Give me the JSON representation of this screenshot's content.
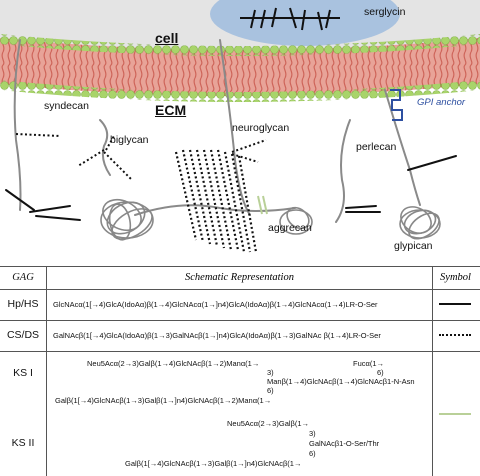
{
  "labels": {
    "cell": "cell",
    "ecm": "ECM",
    "serglycin": "serglycin",
    "syndecan": "syndecan",
    "biglycan": "biglycan",
    "neuroglycan": "neuroglycan",
    "perlecan": "perlecan",
    "aggrecan": "aggrecan",
    "glypican": "glypican",
    "gpi_anchor": "GPI anchor"
  },
  "table": {
    "headers": {
      "gag": "GAG",
      "schematic": "Schematic Representation",
      "symbol": "Symbol"
    },
    "rows": [
      {
        "gag": "Hp/HS",
        "lines": [
          "GlcNAcα(1[→4)GlcA(IdoAα)β(1→4)GlcNAcα(1→]n4)GlcA(IdoAα)β(1→4)GlcNAcα(1→4)LR-O-Ser"
        ],
        "symbol_style": "solid"
      },
      {
        "gag": "CS/DS",
        "lines": [
          "GalNAcβ(1[→4)GlcA(IdoAα)β(1→3)GalNAcβ(1→]n4)GlcA(IdoAα)β(1→3)GalNAc β(1→4)LR-O-Ser"
        ],
        "symbol_style": "dotted"
      },
      {
        "gag": "KS I",
        "lines": [
          "Neu5Acα(2→3)Galβ(1→4)GlcNAcβ(1→2)Manα(1→",
          "Fucα(1→",
          "3)",
          "6)",
          "Manβ(1→4)GlcNAcβ(1→4)GlcNAcβ1-N-Asn",
          "6)",
          "Galβ(1[→4)GlcNAcβ(1→3)Galβ(1→]n4)GlcNAcβ(1→2)Manα(1→"
        ],
        "symbol_style": "green"
      },
      {
        "gag": "KS II",
        "lines": [
          "Neu5Acα(2→3)Galβ(1→",
          "3)",
          "GalNAcβ1-O-Ser/Thr",
          "6)",
          "Galβ(1[→4)GlcNAcβ(1→3)Galβ(1→]n4)GlcNAcβ(1→"
        ],
        "symbol_style": "green"
      }
    ]
  },
  "colors": {
    "membrane_red": "#d9756a",
    "membrane_bead": "#a8d46a",
    "nucleus_blue": "#a9c2df",
    "gpi_anchor": "#2d4fa0",
    "ks_symbol": "#b9d098",
    "core_protein": "#8a8a8a"
  }
}
